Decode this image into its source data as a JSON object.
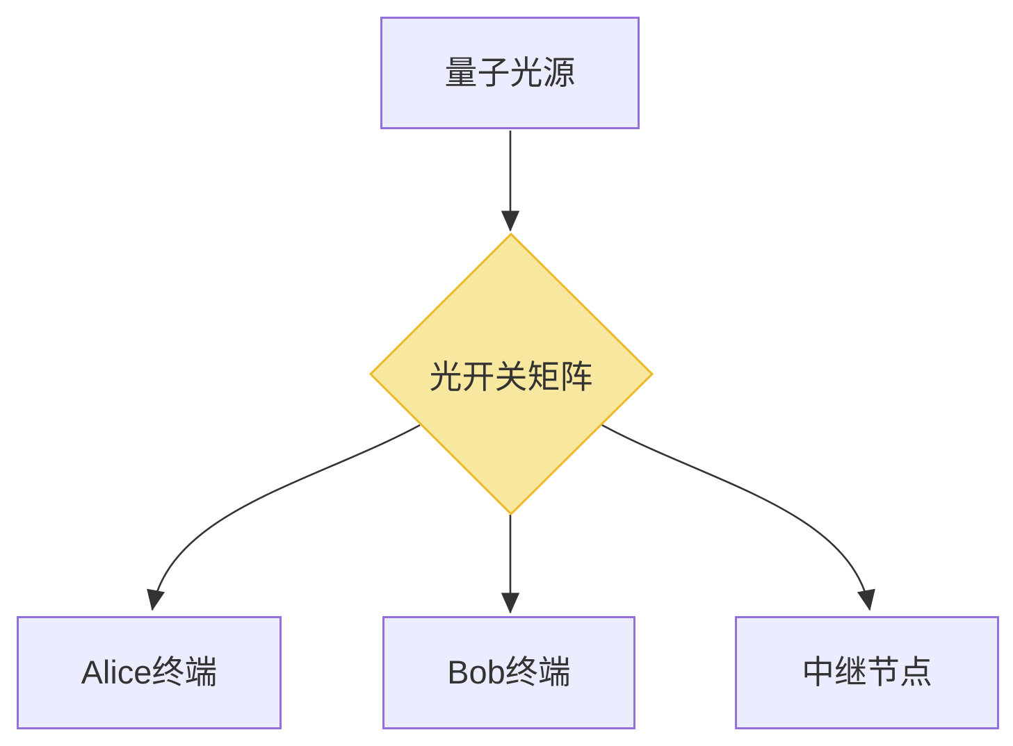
{
  "diagram": {
    "type": "flowchart",
    "direction": "top-down",
    "nodes": [
      {
        "id": "source",
        "label": "量子光源",
        "shape": "rectangle"
      },
      {
        "id": "switch",
        "label": "光开关矩阵",
        "shape": "diamond"
      },
      {
        "id": "alice",
        "label": "Alice终端",
        "shape": "rectangle"
      },
      {
        "id": "bob",
        "label": "Bob终端",
        "shape": "rectangle"
      },
      {
        "id": "relay",
        "label": "中继节点",
        "shape": "rectangle"
      }
    ],
    "edges": [
      {
        "from": "量子光源",
        "to": "光开关矩阵",
        "arrow": true
      },
      {
        "from": "光开关矩阵",
        "to": "Alice终端",
        "arrow": true
      },
      {
        "from": "光开关矩阵",
        "to": "Bob终端",
        "arrow": true
      },
      {
        "from": "光开关矩阵",
        "to": "中继节点",
        "arrow": true
      }
    ],
    "colors": {
      "node_fill": "#ECECFF",
      "node_border": "#9370DB",
      "diamond_fill": "#F8E79E",
      "diamond_border": "#EDB928",
      "edge_color": "#333333",
      "text_color": "#333333",
      "background": "#FFFFFF"
    }
  }
}
